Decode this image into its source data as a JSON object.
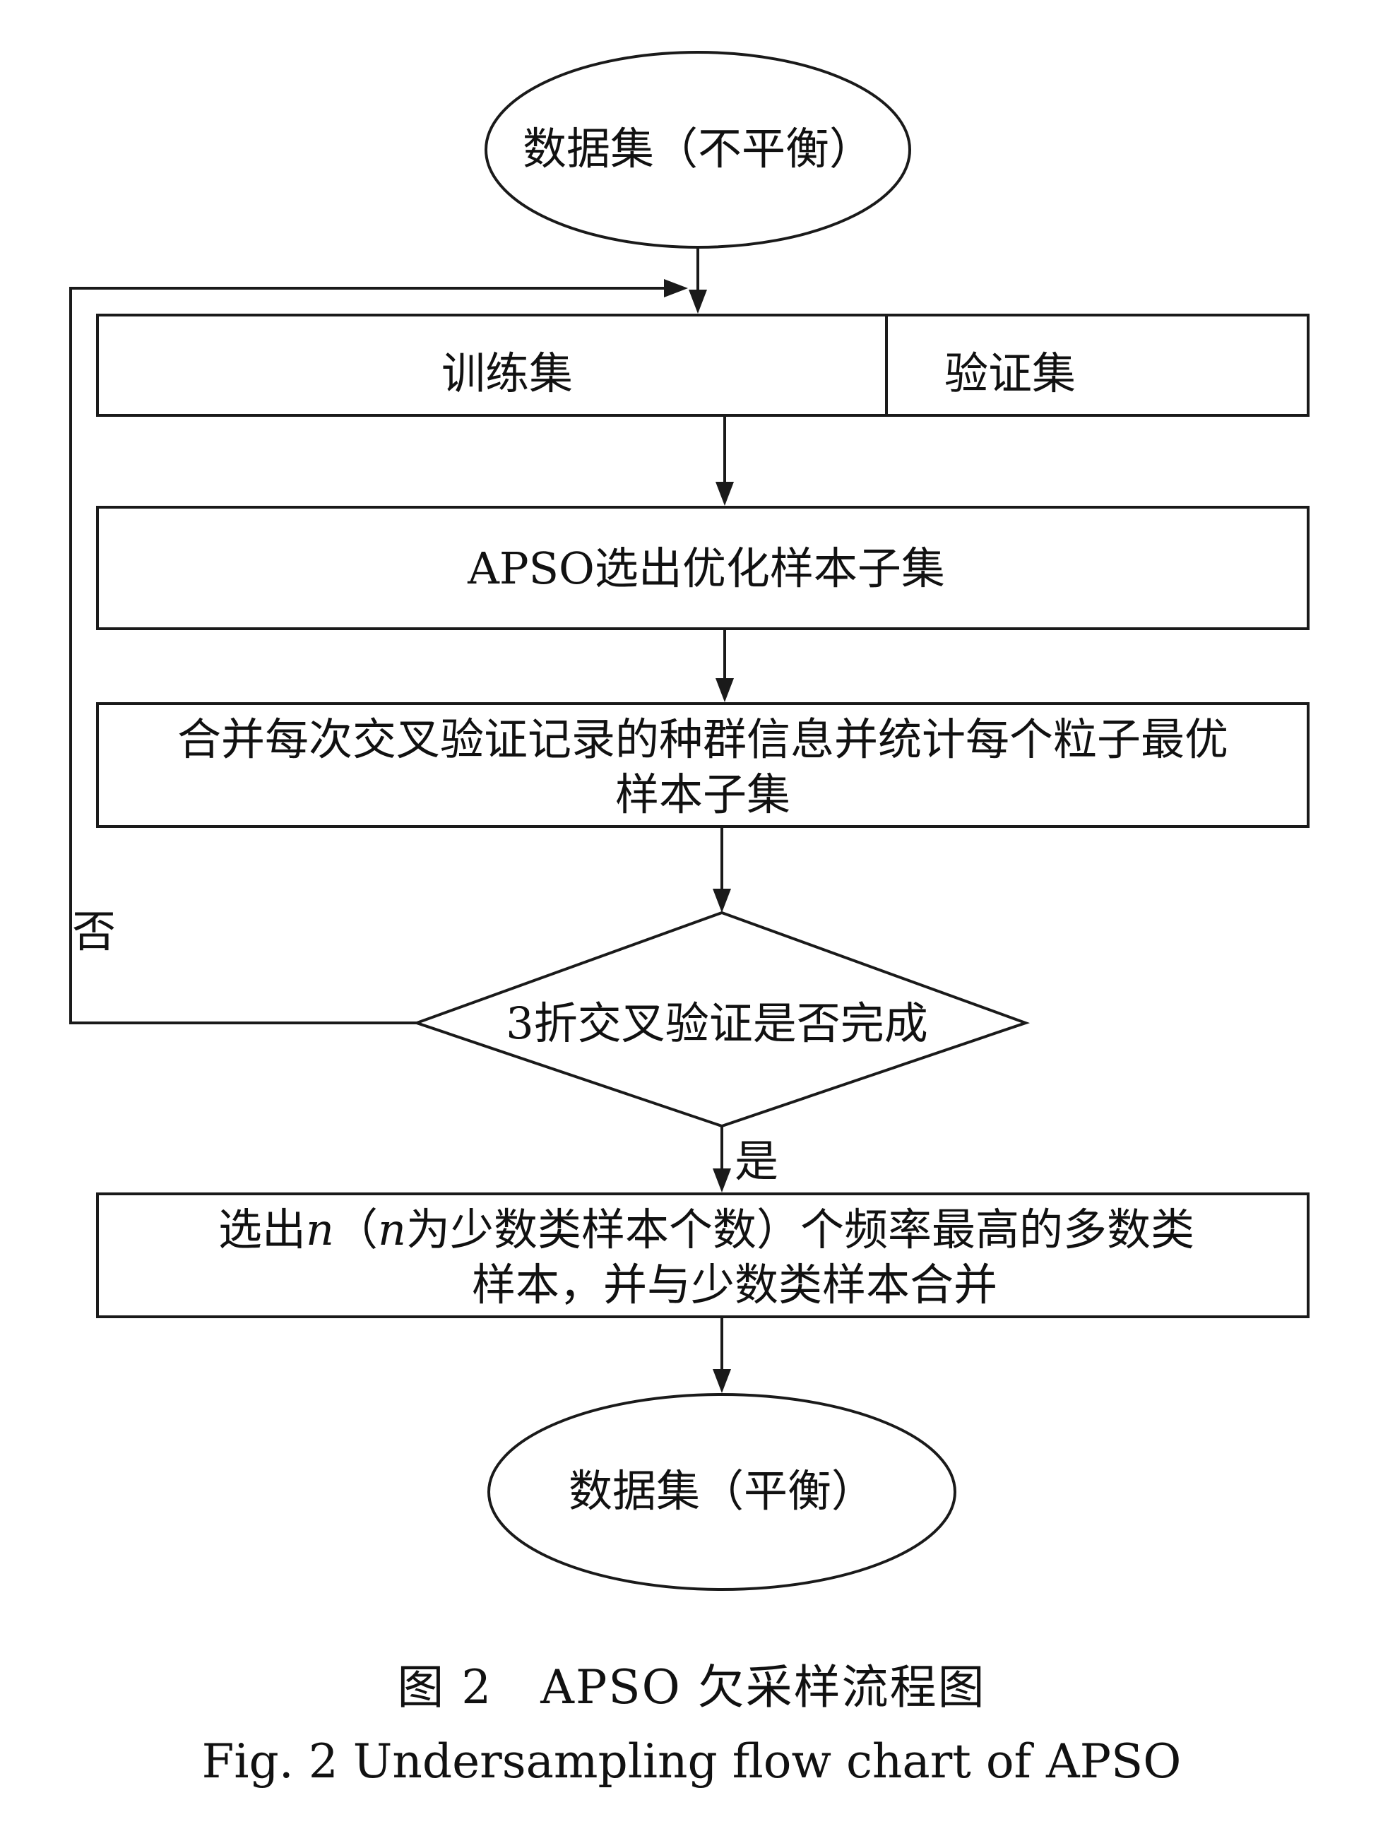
{
  "nodes": {
    "start": "数据集（不平衡）",
    "train_set": "训练集",
    "valid_set": "验证集",
    "apso_select": "APSO选出优化样本子集",
    "merge_line1": "合并每次交叉验证记录的种群信息并统计每个粒子最优",
    "merge_line2": "样本子集",
    "decision": "3折交叉验证是否完成",
    "select_line1_a": "选出",
    "select_line1_n1": "n",
    "select_line1_b": "（",
    "select_line1_n2": "n",
    "select_line1_c": "为少数类样本个数）个频率最高的多数类",
    "select_line2": "样本，并与少数类样本合并",
    "end": "数据集（平衡）"
  },
  "edge_labels": {
    "no": "否",
    "yes": "是"
  },
  "caption": {
    "zh": "图 2　APSO 欠采样流程图",
    "en": "Fig. 2   Undersampling flow chart of APSO"
  }
}
